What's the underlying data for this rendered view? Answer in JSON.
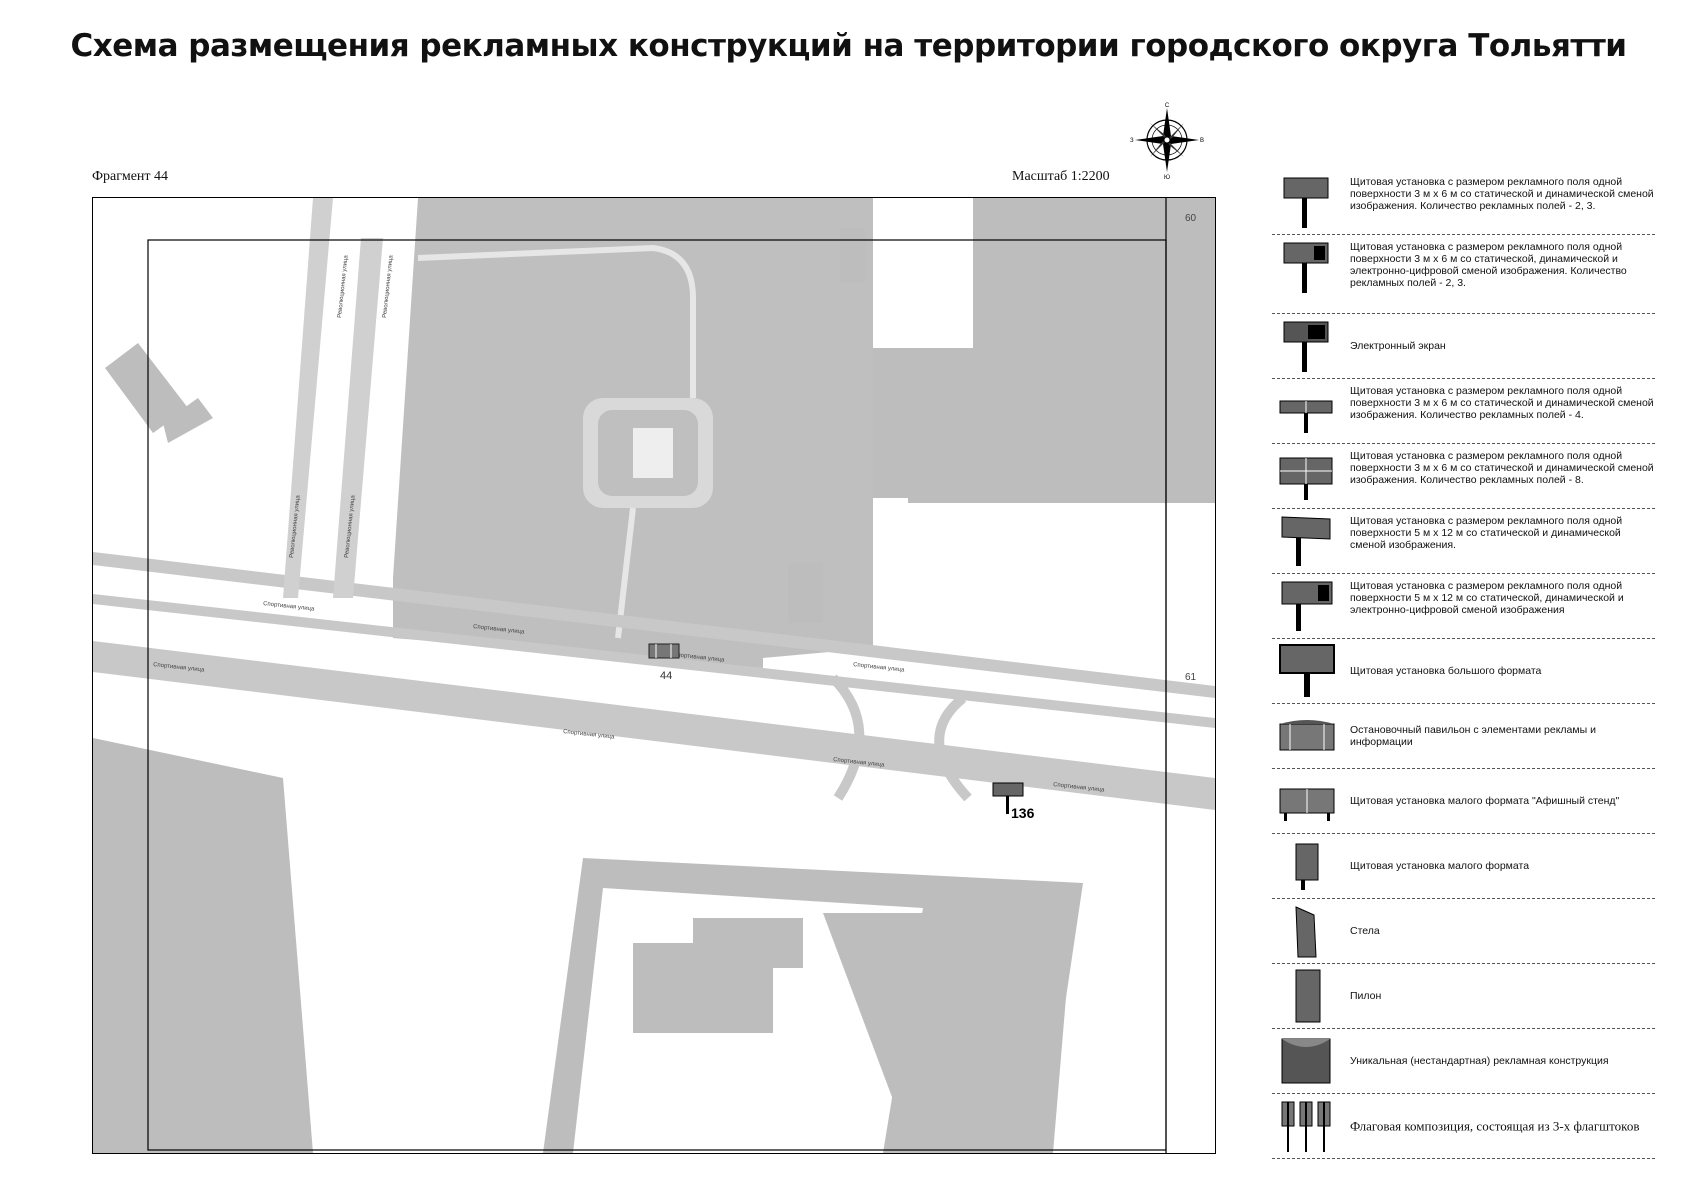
{
  "title": "Схема размещения рекламных конструкций на территории городского округа Тольятти",
  "fragment_label": "Фрагмент 44",
  "scale_label": "Масштаб 1:2200",
  "compass": {
    "n": "С",
    "s": "Ю",
    "w": "З",
    "e": "В"
  },
  "map": {
    "sheet_refs": {
      "top_right": "60",
      "right": "61"
    },
    "construction_fragment_num": "44",
    "construction_num": "136",
    "street_labels": [
      "Спортивная улица",
      "Революционная улица"
    ]
  },
  "legend": [
    {
      "icon": "billboard-3x6-icon",
      "text": "Щитовая установка с размером рекламного поля одной поверхности 3 м х 6 м со статической и динамической сменой изображения. Количество рекламных полей - 2, 3."
    },
    {
      "icon": "billboard-3x6-digital-icon",
      "text": "Щитовая установка с размером рекламного поля одной поверхности 3 м х 6 м со статической, динамической и электронно-цифровой сменой изображения. Количество рекламных полей - 2, 3."
    },
    {
      "icon": "electronic-screen-icon",
      "text": "Электронный экран"
    },
    {
      "icon": "billboard-4-fields-icon",
      "text": "Щитовая установка с размером рекламного поля одной поверхности 3 м х 6 м со статической и динамической сменой изображения. Количество рекламных полей - 4."
    },
    {
      "icon": "billboard-8-fields-icon",
      "text": "Щитовая установка с размером рекламного поля одной поверхности 3 м х 6 м со статической и динамической сменой изображения. Количество рекламных полей - 8."
    },
    {
      "icon": "billboard-5x12-icon",
      "text": "Щитовая установка с размером рекламного поля одной поверхности 5 м х 12 м со статической и динамической сменой изображения."
    },
    {
      "icon": "billboard-5x12-digital-icon",
      "text": "Щитовая установка с размером рекламного поля одной поверхности 5 м х 12 м со статической, динамической и электронно-цифровой сменой изображения"
    },
    {
      "icon": "large-format-billboard-icon",
      "text": "Щитовая установка большого формата"
    },
    {
      "icon": "bus-stop-pavilion-icon",
      "text": "Остановочный павильон с элементами рекламы и информации"
    },
    {
      "icon": "poster-stand-icon",
      "text": "Щитовая установка малого формата \"Афишный стенд\""
    },
    {
      "icon": "small-format-billboard-icon",
      "text": "Щитовая установка малого формата"
    },
    {
      "icon": "stele-icon",
      "text": "Стела"
    },
    {
      "icon": "pylon-icon",
      "text": "Пилон"
    },
    {
      "icon": "unique-construction-icon",
      "text": "Уникальная (нестандартная) рекламная конструкция"
    },
    {
      "icon": "flag-composition-icon",
      "text": "Флаговая композиция, состоящая из 3-х флагштоков"
    }
  ]
}
